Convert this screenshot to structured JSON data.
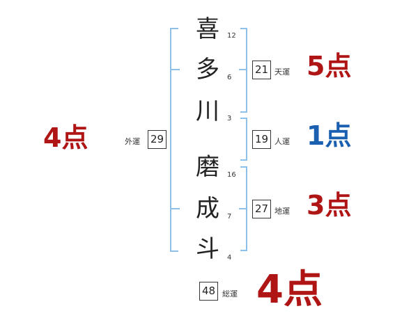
{
  "characters": [
    {
      "char": "喜",
      "strokes": "12"
    },
    {
      "char": "多",
      "strokes": "6"
    },
    {
      "char": "川",
      "strokes": "3"
    },
    {
      "char": "磨",
      "strokes": "16"
    },
    {
      "char": "成",
      "strokes": "7"
    },
    {
      "char": "斗",
      "strokes": "4"
    }
  ],
  "fortunes": {
    "tenun": {
      "label": "天運",
      "value": "21",
      "score": "5点",
      "color": "#b01515"
    },
    "jinun": {
      "label": "人運",
      "value": "19",
      "score": "1点",
      "color": "#1a5fb0"
    },
    "chiun": {
      "label": "地運",
      "value": "27",
      "score": "3点",
      "color": "#b01515"
    },
    "gaiun": {
      "label": "外運",
      "value": "29",
      "score": "4点",
      "color": "#b01515"
    },
    "souun": {
      "label": "総運",
      "value": "48",
      "score": "4点",
      "color": "#b01515"
    }
  }
}
